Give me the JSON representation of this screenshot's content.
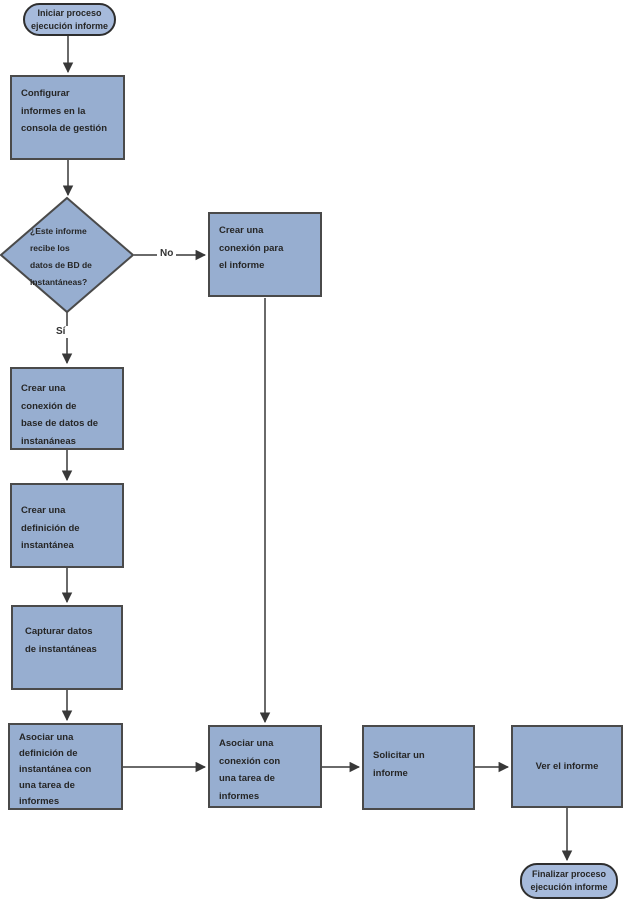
{
  "colors": {
    "background": "#ffffff",
    "box-fill": "#97aed0",
    "oval-fill": "#a6badb",
    "box-border": "#4a4a4a",
    "oval-border": "#2e2e2e",
    "line": "#383838",
    "text": "#262626"
  },
  "flowchart": {
    "start": "Iniciar proceso\nejecución informe",
    "configure_reports": "Configurar\ninformes en la\nconsola de gestión",
    "decision_snapshot_db": "¿Este informe\nrecibe los\ndatos de BD de\ninstantáneas?",
    "label_no": "No",
    "label_yes": "Sí",
    "create_connection_report": "Crear una\nconexión para\nel informe",
    "create_db_connection": "Crear una\nconexión de\nbase de datos de\ninstanáneas",
    "create_snapshot_definition": "Crear una\ndefinición de\ninstantánea",
    "capture_snapshot_data": "Capturar datos\nde instantáneas",
    "associate_definition_task": "Asociar una\ndefinición de\ninstantánea con\nuna tarea de\ninformes",
    "associate_connection_task": "Asociar una\nconexión con\nuna tarea de\ninformes",
    "request_report": "Solicitar un\ninforme",
    "view_report": "Ver el informe",
    "end": "Finalizar proceso\nejecución informe"
  }
}
